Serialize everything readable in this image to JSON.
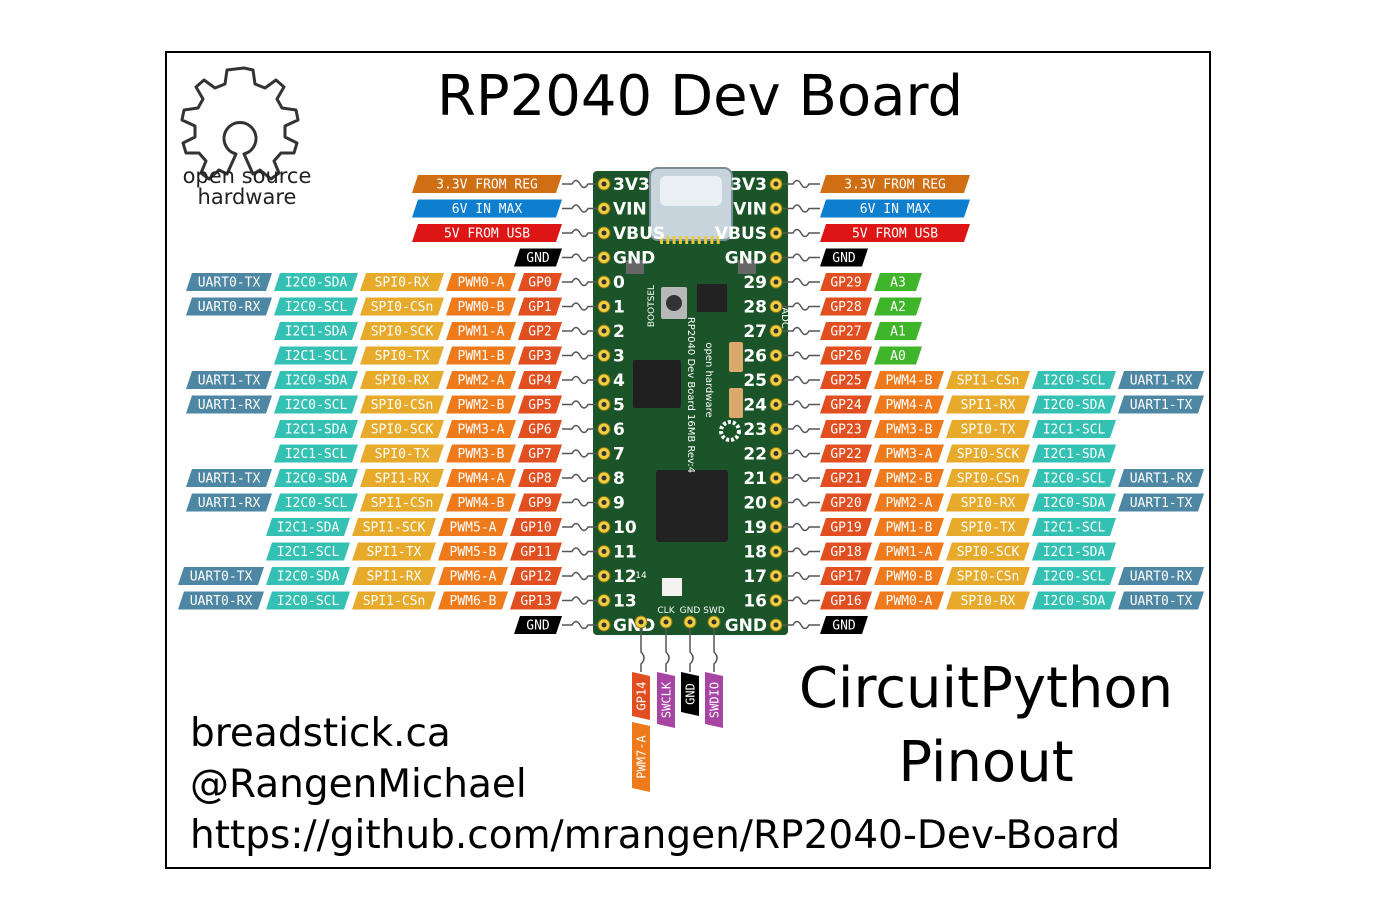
{
  "title": "RP2040 Dev Board",
  "logo": {
    "line1": "open source",
    "line2": "hardware",
    "icon": "gear-icon"
  },
  "subtitle": [
    "CircuitPython",
    "Pinout"
  ],
  "links": [
    "breadstick.ca",
    "@RangenMichael",
    "https://github.com/mrangen/RP2040-Dev-Board"
  ],
  "colors": {
    "uart": "#4d87a3",
    "i2c": "#34c1b4",
    "spi": "#e8aa2b",
    "pwm": "#ee7a1c",
    "gp": "#e14e1f",
    "adc": "#3fb62a",
    "gnd": "#000000",
    "v33": "#cf6e12",
    "vin": "#0d7fce",
    "vbus": "#de1515",
    "swd": "#a844a3",
    "pcb": "#1a5428"
  },
  "board": {
    "label": "RP2040 Dev Board 16MB Rev:4",
    "silk_left": [
      "3V3",
      "VIN",
      "VBUS",
      "GND",
      "0",
      "1",
      "2",
      "3",
      "4",
      "5",
      "6",
      "7",
      "8",
      "9",
      "10",
      "11",
      "12",
      "13",
      "GND"
    ],
    "silk_right": [
      "3V3",
      "VIN",
      "VBUS",
      "GND",
      "29",
      "28",
      "27",
      "26",
      "25",
      "24",
      "23",
      "22",
      "21",
      "20",
      "19",
      "18",
      "17",
      "16",
      "GND"
    ],
    "bottom_pads": [
      "14",
      "CLK",
      "GND",
      "SWD"
    ],
    "button_label": "BOOTSEL",
    "chip_text": "open hardware",
    "adc_text": "ADC"
  },
  "left_rows": [
    [
      {
        "t": "3.3V FROM REG",
        "k": "v33"
      }
    ],
    [
      {
        "t": "6V IN MAX",
        "k": "vin"
      }
    ],
    [
      {
        "t": "5V FROM USB",
        "k": "vbus"
      }
    ],
    [
      {
        "t": "GND",
        "k": "gnd"
      }
    ],
    [
      {
        "t": "UART0-TX",
        "k": "uart"
      },
      {
        "t": "I2C0-SDA",
        "k": "i2c"
      },
      {
        "t": "SPI0-RX",
        "k": "spi"
      },
      {
        "t": "PWM0-A",
        "k": "pwm"
      },
      {
        "t": "GP0",
        "k": "gp"
      }
    ],
    [
      {
        "t": "UART0-RX",
        "k": "uart"
      },
      {
        "t": "I2C0-SCL",
        "k": "i2c"
      },
      {
        "t": "SPI0-CSn",
        "k": "spi"
      },
      {
        "t": "PWM0-B",
        "k": "pwm"
      },
      {
        "t": "GP1",
        "k": "gp"
      }
    ],
    [
      {
        "t": "I2C1-SDA",
        "k": "i2c"
      },
      {
        "t": "SPI0-SCK",
        "k": "spi"
      },
      {
        "t": "PWM1-A",
        "k": "pwm"
      },
      {
        "t": "GP2",
        "k": "gp"
      }
    ],
    [
      {
        "t": "I2C1-SCL",
        "k": "i2c"
      },
      {
        "t": "SPI0-TX",
        "k": "spi"
      },
      {
        "t": "PWM1-B",
        "k": "pwm"
      },
      {
        "t": "GP3",
        "k": "gp"
      }
    ],
    [
      {
        "t": "UART1-TX",
        "k": "uart"
      },
      {
        "t": "I2C0-SDA",
        "k": "i2c"
      },
      {
        "t": "SPI0-RX",
        "k": "spi"
      },
      {
        "t": "PWM2-A",
        "k": "pwm"
      },
      {
        "t": "GP4",
        "k": "gp"
      }
    ],
    [
      {
        "t": "UART1-RX",
        "k": "uart"
      },
      {
        "t": "I2C0-SCL",
        "k": "i2c"
      },
      {
        "t": "SPI0-CSn",
        "k": "spi"
      },
      {
        "t": "PWM2-B",
        "k": "pwm"
      },
      {
        "t": "GP5",
        "k": "gp"
      }
    ],
    [
      {
        "t": "I2C1-SDA",
        "k": "i2c"
      },
      {
        "t": "SPI0-SCK",
        "k": "spi"
      },
      {
        "t": "PWM3-A",
        "k": "pwm"
      },
      {
        "t": "GP6",
        "k": "gp"
      }
    ],
    [
      {
        "t": "I2C1-SCL",
        "k": "i2c"
      },
      {
        "t": "SPI0-TX",
        "k": "spi"
      },
      {
        "t": "PWM3-B",
        "k": "pwm"
      },
      {
        "t": "GP7",
        "k": "gp"
      }
    ],
    [
      {
        "t": "UART1-TX",
        "k": "uart"
      },
      {
        "t": "I2C0-SDA",
        "k": "i2c"
      },
      {
        "t": "SPI1-RX",
        "k": "spi"
      },
      {
        "t": "PWM4-A",
        "k": "pwm"
      },
      {
        "t": "GP8",
        "k": "gp"
      }
    ],
    [
      {
        "t": "UART1-RX",
        "k": "uart"
      },
      {
        "t": "I2C0-SCL",
        "k": "i2c"
      },
      {
        "t": "SPI1-CSn",
        "k": "spi"
      },
      {
        "t": "PWM4-B",
        "k": "pwm"
      },
      {
        "t": "GP9",
        "k": "gp"
      }
    ],
    [
      {
        "t": "I2C1-SDA",
        "k": "i2c"
      },
      {
        "t": "SPI1-SCK",
        "k": "spi"
      },
      {
        "t": "PWM5-A",
        "k": "pwm"
      },
      {
        "t": "GP10",
        "k": "gp"
      }
    ],
    [
      {
        "t": "I2C1-SCL",
        "k": "i2c"
      },
      {
        "t": "SPI1-TX",
        "k": "spi"
      },
      {
        "t": "PWM5-B",
        "k": "pwm"
      },
      {
        "t": "GP11",
        "k": "gp"
      }
    ],
    [
      {
        "t": "UART0-TX",
        "k": "uart"
      },
      {
        "t": "I2C0-SDA",
        "k": "i2c"
      },
      {
        "t": "SPI1-RX",
        "k": "spi"
      },
      {
        "t": "PWM6-A",
        "k": "pwm"
      },
      {
        "t": "GP12",
        "k": "gp"
      }
    ],
    [
      {
        "t": "UART0-RX",
        "k": "uart"
      },
      {
        "t": "I2C0-SCL",
        "k": "i2c"
      },
      {
        "t": "SPI1-CSn",
        "k": "spi"
      },
      {
        "t": "PWM6-B",
        "k": "pwm"
      },
      {
        "t": "GP13",
        "k": "gp"
      }
    ],
    [
      {
        "t": "GND",
        "k": "gnd"
      }
    ]
  ],
  "right_rows": [
    [
      {
        "t": "3.3V FROM REG",
        "k": "v33"
      }
    ],
    [
      {
        "t": "6V IN MAX",
        "k": "vin"
      }
    ],
    [
      {
        "t": "5V FROM USB",
        "k": "vbus"
      }
    ],
    [
      {
        "t": "GND",
        "k": "gnd"
      }
    ],
    [
      {
        "t": "GP29",
        "k": "gp"
      },
      {
        "t": "A3",
        "k": "adc"
      }
    ],
    [
      {
        "t": "GP28",
        "k": "gp"
      },
      {
        "t": "A2",
        "k": "adc"
      }
    ],
    [
      {
        "t": "GP27",
        "k": "gp"
      },
      {
        "t": "A1",
        "k": "adc"
      }
    ],
    [
      {
        "t": "GP26",
        "k": "gp"
      },
      {
        "t": "A0",
        "k": "adc"
      }
    ],
    [
      {
        "t": "GP25",
        "k": "gp"
      },
      {
        "t": "PWM4-B",
        "k": "pwm"
      },
      {
        "t": "SPI1-CSn",
        "k": "spi"
      },
      {
        "t": "I2C0-SCL",
        "k": "i2c"
      },
      {
        "t": "UART1-RX",
        "k": "uart"
      }
    ],
    [
      {
        "t": "GP24",
        "k": "gp"
      },
      {
        "t": "PWM4-A",
        "k": "pwm"
      },
      {
        "t": "SPI1-RX",
        "k": "spi"
      },
      {
        "t": "I2C0-SDA",
        "k": "i2c"
      },
      {
        "t": "UART1-TX",
        "k": "uart"
      }
    ],
    [
      {
        "t": "GP23",
        "k": "gp"
      },
      {
        "t": "PWM3-B",
        "k": "pwm"
      },
      {
        "t": "SPI0-TX",
        "k": "spi"
      },
      {
        "t": "I2C1-SCL",
        "k": "i2c"
      }
    ],
    [
      {
        "t": "GP22",
        "k": "gp"
      },
      {
        "t": "PWM3-A",
        "k": "pwm"
      },
      {
        "t": "SPI0-SCK",
        "k": "spi"
      },
      {
        "t": "I2C1-SDA",
        "k": "i2c"
      }
    ],
    [
      {
        "t": "GP21",
        "k": "gp"
      },
      {
        "t": "PWM2-B",
        "k": "pwm"
      },
      {
        "t": "SPI0-CSn",
        "k": "spi"
      },
      {
        "t": "I2C0-SCL",
        "k": "i2c"
      },
      {
        "t": "UART1-RX",
        "k": "uart"
      }
    ],
    [
      {
        "t": "GP20",
        "k": "gp"
      },
      {
        "t": "PWM2-A",
        "k": "pwm"
      },
      {
        "t": "SPI0-RX",
        "k": "spi"
      },
      {
        "t": "I2C0-SDA",
        "k": "i2c"
      },
      {
        "t": "UART1-TX",
        "k": "uart"
      }
    ],
    [
      {
        "t": "GP19",
        "k": "gp"
      },
      {
        "t": "PWM1-B",
        "k": "pwm"
      },
      {
        "t": "SPI0-TX",
        "k": "spi"
      },
      {
        "t": "I2C1-SCL",
        "k": "i2c"
      }
    ],
    [
      {
        "t": "GP18",
        "k": "gp"
      },
      {
        "t": "PWM1-A",
        "k": "pwm"
      },
      {
        "t": "SPI0-SCK",
        "k": "spi"
      },
      {
        "t": "I2C1-SDA",
        "k": "i2c"
      }
    ],
    [
      {
        "t": "GP17",
        "k": "gp"
      },
      {
        "t": "PWM0-B",
        "k": "pwm"
      },
      {
        "t": "SPI0-CSn",
        "k": "spi"
      },
      {
        "t": "I2C0-SCL",
        "k": "i2c"
      },
      {
        "t": "UART0-RX",
        "k": "uart"
      }
    ],
    [
      {
        "t": "GP16",
        "k": "gp"
      },
      {
        "t": "PWM0-A",
        "k": "pwm"
      },
      {
        "t": "SPI0-RX",
        "k": "spi"
      },
      {
        "t": "I2C0-SDA",
        "k": "i2c"
      },
      {
        "t": "UART0-TX",
        "k": "uart"
      }
    ],
    [
      {
        "t": "GND",
        "k": "gnd"
      }
    ]
  ],
  "bottom_cols": [
    [
      {
        "t": "GP14",
        "k": "gp"
      },
      {
        "t": "PWM7-A",
        "k": "pwm"
      }
    ],
    [
      {
        "t": "SWCLK",
        "k": "swd"
      }
    ],
    [
      {
        "t": "GND",
        "k": "gnd"
      }
    ],
    [
      {
        "t": "SWDIO",
        "k": "swd"
      }
    ]
  ]
}
